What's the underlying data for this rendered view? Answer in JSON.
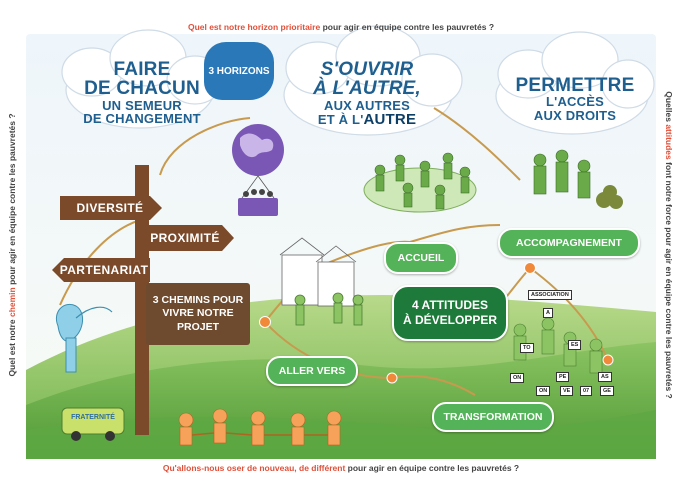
{
  "edges": {
    "top": {
      "pre": "",
      "highlight": "Quel est notre horizon prioritaire",
      "post": " pour agir en équipe contre les pauvretés ?"
    },
    "bottom": {
      "pre": "",
      "highlight": "Qu'allons-nous oser de nouveau, de différent",
      "post": " pour agir en équipe contre les pauvretés ?"
    },
    "left": {
      "pre": "Quel est notre ",
      "highlight": "chemin",
      "post": " pour agir en équipe contre les pauvretés ?"
    },
    "right": {
      "pre": "Quelles ",
      "highlight": "attitudes",
      "post": " font notre force pour agir en équipe contre les pauvretés ?"
    }
  },
  "horizons": {
    "label": "3 HORIZONS",
    "items": [
      {
        "big": "FAIRE\nDE CHACUN",
        "small": "UN SEMEUR\nDE CHANGEMENT"
      },
      {
        "big": "S'OUVRIR\nÀ L'AUTRE,",
        "small": "AUX AUTRES\nET À L'",
        "emph": "AUTRE"
      },
      {
        "big": "PERMETTRE",
        "small": "L'ACCÈS\nAUX DROITS"
      }
    ]
  },
  "chemins": {
    "label": "3 CHEMINS POUR\nVIVRE NOTRE\nPROJET",
    "items": [
      "DIVERSITÉ",
      "PROXIMITÉ",
      "PARTENARIAT"
    ]
  },
  "attitudes": {
    "label": "4 ATTITUDES\nÀ DÉVELOPPER",
    "items": [
      "ACCUEIL",
      "ACCOMPAGNEMENT",
      "ALLER VERS",
      "TRANSFORMATION"
    ]
  },
  "signs": {
    "top": "ASSOCIATION",
    "mid": "A",
    "row": [
      "TO",
      "ES"
    ],
    "low": [
      "ON",
      "PE",
      "AS"
    ],
    "bottom": [
      "ON",
      "VE",
      "07",
      "GE"
    ]
  },
  "bus_label": "FRATERNITÉ",
  "colors": {
    "cloud_text": "#1f5f8f",
    "horizons": "#2a78b8",
    "wood": "#7a4a2a",
    "bubble_light": "#54b258",
    "bubble_dark": "#1e7a3a",
    "highlight": "#e0503a"
  }
}
